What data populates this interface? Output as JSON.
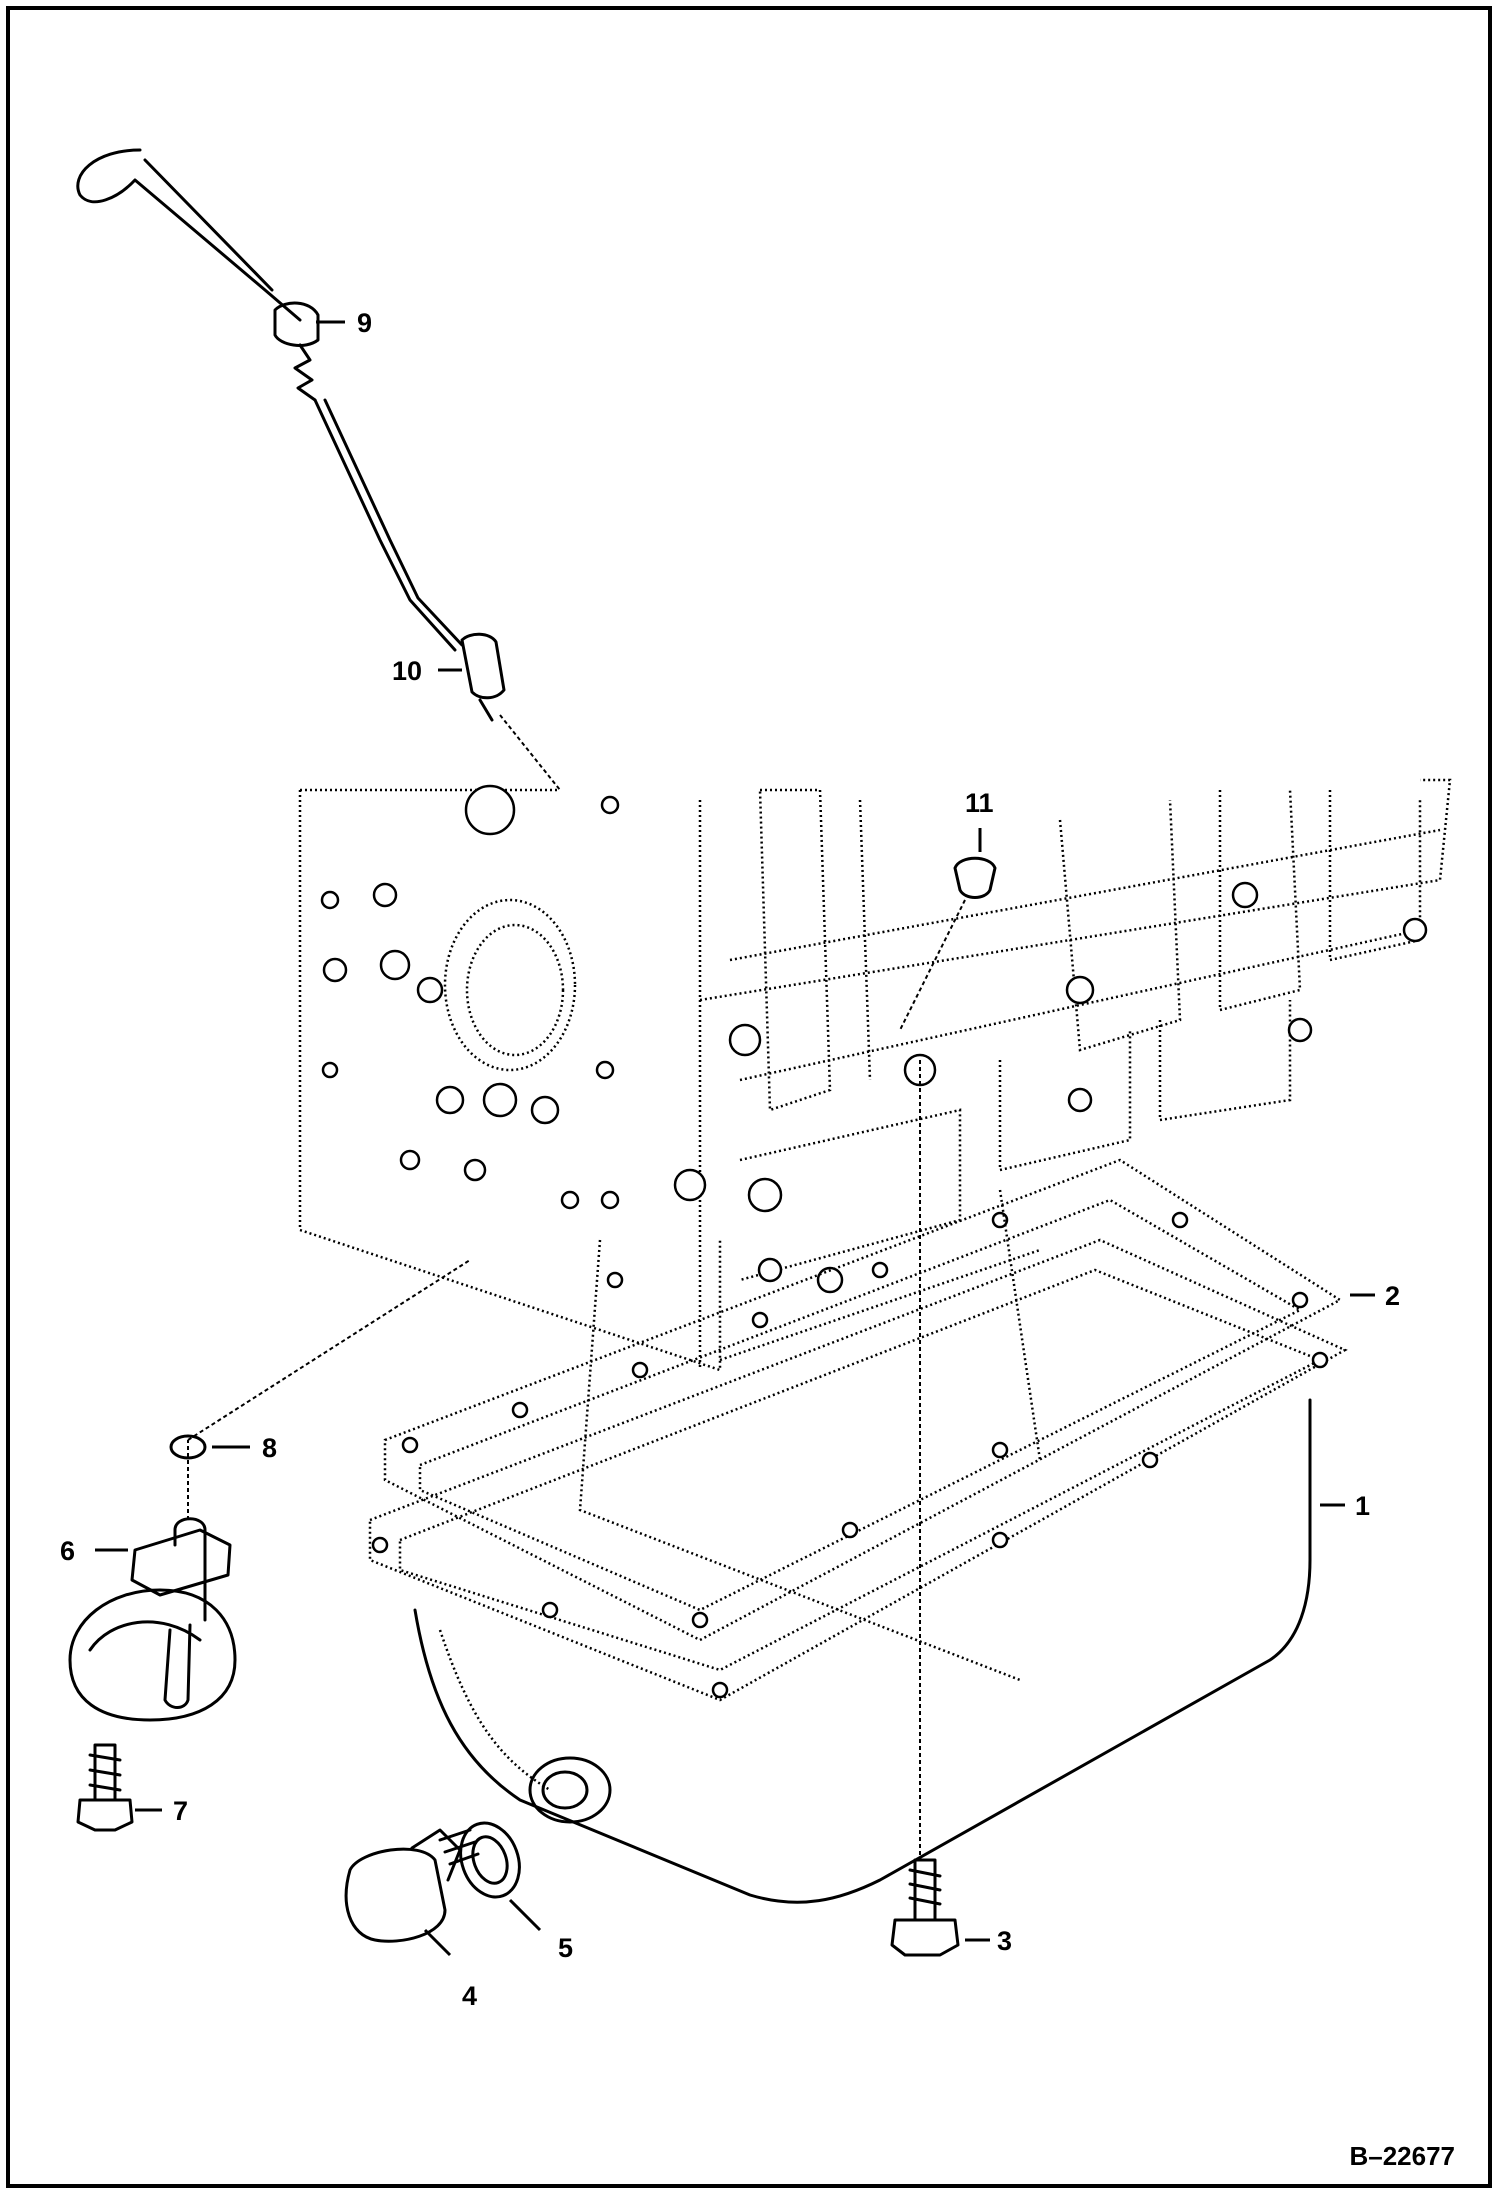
{
  "callouts": [
    {
      "id": "1",
      "text": "1"
    },
    {
      "id": "2",
      "text": "2"
    },
    {
      "id": "3",
      "text": "3"
    },
    {
      "id": "4",
      "text": "4"
    },
    {
      "id": "5",
      "text": "5"
    },
    {
      "id": "6",
      "text": "6"
    },
    {
      "id": "7",
      "text": "7"
    },
    {
      "id": "8",
      "text": "8"
    },
    {
      "id": "9",
      "text": "9"
    },
    {
      "id": "10",
      "text": "10"
    },
    {
      "id": "11",
      "text": "11"
    }
  ],
  "figure_number": "B–22677"
}
